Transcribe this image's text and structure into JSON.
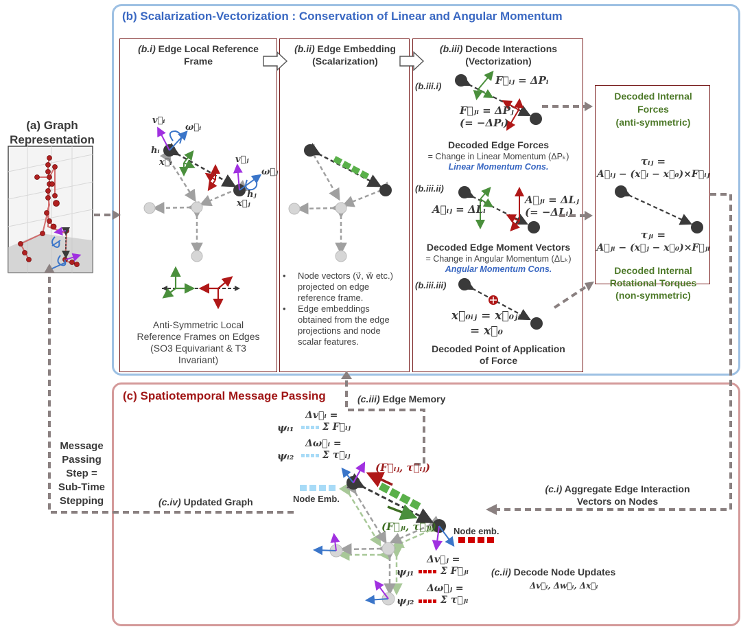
{
  "panel_a": {
    "title_line1": "(a) Graph",
    "title_line2": "Representation"
  },
  "panel_b": {
    "title": "(b) Scalarization-Vectorization : Conservation of Linear and Angular Momentum",
    "bi": {
      "tag": "(b.i)",
      "title_rest": " Edge Local Reference",
      "title_line2": "Frame",
      "labels": {
        "vi": "v⃗ᵢ",
        "wi": "ω⃗ᵢ",
        "hi": "hᵢ",
        "xi": "x⃗ᵢ",
        "vj": "v⃗ⱼ",
        "wj": "ω⃗ⱼ",
        "hj": "hⱼ",
        "xj": "x⃗ⱼ"
      },
      "caption": [
        "Anti-Symmetric Local",
        "Reference Frames on Edges",
        "(SO3 Equivariant & T3",
        "Invariant)"
      ]
    },
    "bii": {
      "tag": "(b.ii)",
      "title_rest": " Edge Embedding",
      "title_line2": "(Scalarization)",
      "bullets": [
        [
          "Node vectors (v⃗, w⃗ etc.)",
          "projected on edge",
          "reference frame."
        ],
        [
          "Edge embeddings",
          "obtained from the edge",
          "projections and node",
          "scalar features."
        ]
      ]
    },
    "biii": {
      "tag": "(b.iii)",
      "title_rest": " Decode Interactions",
      "title_line2": "(Vectorization)",
      "sub1": {
        "tag": "(b.iii.i)",
        "eq1": "F⃗ᵢⱼ = ΔPᵢ",
        "eq2": "F⃗ⱼᵢ = ΔPⱼ",
        "eq3": "(= −ΔPᵢ)",
        "title": "Decoded Edge Forces",
        "line": "= Change in Linear Momentum (ΔPₖ)",
        "cons": "Linear Momentum Cons."
      },
      "sub2": {
        "tag": "(b.iii.ii)",
        "eq1": "A⃗ᵢⱼ = ΔLᵢ",
        "eq2": "A⃗ⱼᵢ = ΔLⱼ",
        "eq3": "(= −ΔLᵢ)",
        "title": "Decoded Edge Moment Vectors",
        "line": "= Change in Angular Momentum (ΔLₖ)",
        "cons": "Angular Momentum Cons."
      },
      "sub3": {
        "tag": "(b.iii.iii)",
        "eq1": "x⃗₀ᵢⱼ = x⃗₀ⱼᵢ",
        "eq2": "= x⃗₀",
        "title_line1": "Decoded Point of Application",
        "title_line2": "of Force"
      }
    },
    "internal": {
      "forces_line1": "Decoded Internal",
      "forces_line2": "Forces",
      "forces_line3": "(anti-symmetric)",
      "tau_ij_label": "τᵢⱼ =",
      "tau_ij_eq": "A⃗ᵢⱼ − (x⃗ᵢ − x⃗₀)×F⃗ᵢⱼ",
      "tau_ji_label": "τⱼᵢ =",
      "tau_ji_eq": "A⃗ⱼᵢ − (x⃗ⱼ − x⃗₀)×F⃗ⱼᵢ",
      "torques_line1": "Decoded Internal",
      "torques_line2": "Rotational Torques",
      "torques_line3": "(non-symmetric)"
    }
  },
  "panel_c": {
    "title": "(c) Spatiotemporal Message Passing",
    "ciii_tag": "(c.iii)",
    "ciii_rest": " Edge Memory",
    "civ_tag": "(c.iv)",
    "civ_rest": " Updated Graph",
    "ci_tag": "(c.i)",
    "ci_rest": " Aggregate Edge Interaction",
    "ci_line2": "Vectors on Nodes",
    "cii_tag": "(c.ii)",
    "cii_rest": " Decode Node Updates",
    "cii_eq": "Δv⃗ᵢ, Δw⃗ᵢ, Δx⃗ᵢ",
    "node_emb_i": "Node Emb.",
    "node_emb_j": "Node emb.",
    "eq_dvi": "Δv⃗ᵢ =",
    "eq_dvi_rhs": "Σ F⃗ᵢⱼ",
    "eq_psi_i1": "ψᵢ₁",
    "eq_dwi": "Δω⃗ᵢ =",
    "eq_dwi_rhs": "Σ τ⃗ᵢⱼ",
    "eq_psi_i2": "ψᵢ₂",
    "eq_dvj": "Δv⃗ⱼ =",
    "eq_dvj_rhs": "Σ F⃗ⱼᵢ",
    "eq_psi_j1": "ψⱼ₁",
    "eq_dwj": "Δω⃗ⱼ =",
    "eq_dwj_rhs": "Σ τ⃗ⱼᵢ",
    "eq_psi_j2": "ψⱼ₂",
    "fij_label": "(F⃗ᵢⱼ, τ⃗ᵢⱼ)",
    "fji_label": "(F⃗ⱼᵢ, τ⃗ⱼᵢ)"
  },
  "side_note": [
    "Message",
    "Passing",
    "Step =",
    "Sub-Time",
    "Stepping"
  ],
  "colors": {
    "panel_b_border": "#9dc0e3",
    "panel_c_border": "#d49a9a",
    "box_border": "#7a2020",
    "title_blue": "#3a68c2",
    "title_red": "#a01616",
    "green_text": "#4e7a2a",
    "dashed_gray": "#8a8080",
    "node_dark": "#3a3a3a",
    "node_light": "#d6d6d6",
    "green_arrow": "#4a8f3c",
    "red_arrow": "#b01818",
    "purple_arrow": "#a030e0",
    "blue_arrow": "#3a75c9",
    "emb_light_blue": "#a8dbf7",
    "emb_red": "#d00000",
    "emb_green": "#5ab04a"
  }
}
